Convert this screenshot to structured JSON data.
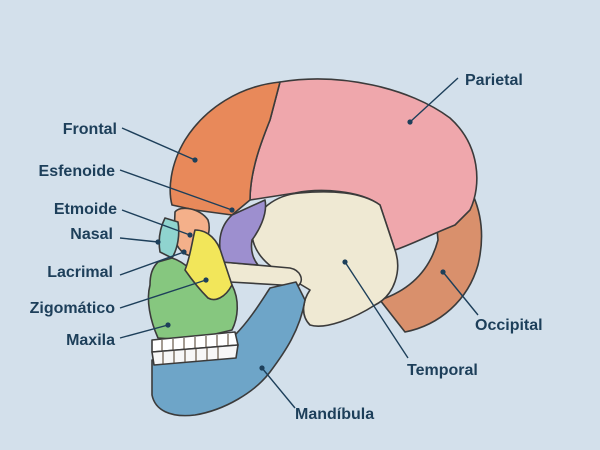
{
  "diagram": {
    "labels": {
      "parietal": "Parietal",
      "frontal": "Frontal",
      "esfenoide": "Esfenoide",
      "etmoide": "Etmoide",
      "nasal": "Nasal",
      "lacrimal": "Lacrimal",
      "zigomatico": "Zigomático",
      "maxila": "Maxila",
      "occipital": "Occipital",
      "temporal": "Temporal",
      "mandibula": "Mandíbula"
    },
    "colors": {
      "background": "#d3e0eb",
      "frontal": "#e8895a",
      "parietal": "#efa7ac",
      "occipital": "#d9906c",
      "temporal": "#efe9d3",
      "esfenoide": "#9d8fcf",
      "zigomatico": "#f2e65a",
      "maxila": "#86c77f",
      "nasal": "#8fd4cf",
      "mandibula": "#6ea5c8",
      "label_text": "#1d3f5a"
    }
  }
}
